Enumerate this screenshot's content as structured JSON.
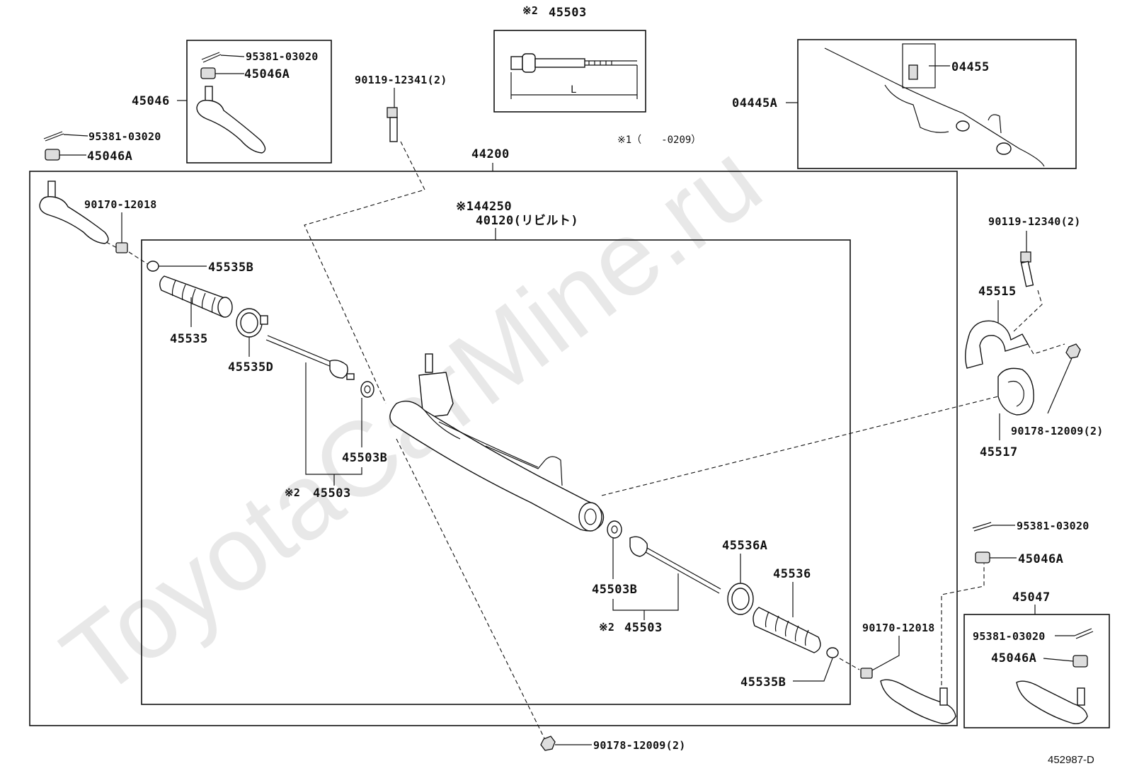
{
  "watermark": "ToyotaCarMine.ru",
  "diagram_id": "452987-D",
  "labels": {
    "top_45503": "45503",
    "note2_mark": "※2",
    "dim_L": "L",
    "note1": "※1（　　-0209）",
    "n04455": "04455",
    "n04445A": "04445A",
    "n45046": "45046",
    "n95381_tl": "95381-03020",
    "n45046A_tl": "45046A",
    "n95381_l": "95381-03020",
    "n45046A_l": "45046A",
    "n90119_12341": "90119-12341(2)",
    "n44200": "44200",
    "n44250": "※144250",
    "n40120": "40120(リビルト)",
    "n90170_l": "90170-12018",
    "n45535B_l": "45535B",
    "n45535": "45535",
    "n45535D": "45535D",
    "n45503B_l": "45503B",
    "n45503_l": "45503",
    "note2_l": "※2",
    "n90119_12340": "90119-12340(2)",
    "n45515": "45515",
    "n45517": "45517",
    "n90178_r": "90178-12009(2)",
    "n95381_r": "95381-03020",
    "n45046A_r": "45046A",
    "n45047": "45047",
    "n95381_br": "95381-03020",
    "n45046A_br": "45046A",
    "n45536A": "45536A",
    "n45536": "45536",
    "n45503B_r": "45503B",
    "n45503_r": "45503",
    "note2_r": "※2",
    "n90170_r": "90170-12018",
    "n45535B_r": "45535B",
    "n90178_b": "90178-12009(2)"
  }
}
